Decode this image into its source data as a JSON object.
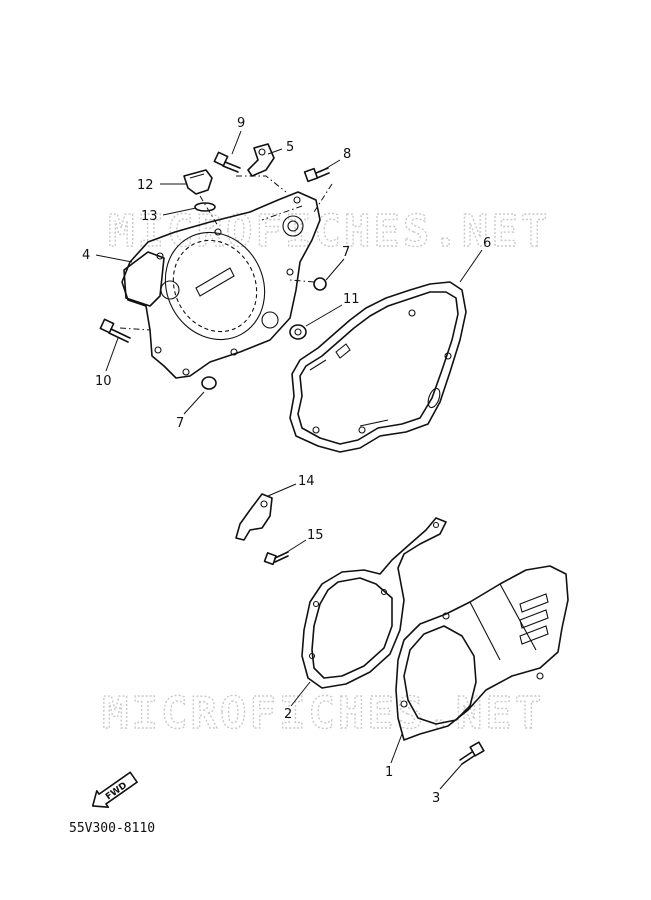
{
  "watermarks": [
    "MICROFICHES.NET",
    "MICROFICHES.NET"
  ],
  "callouts": {
    "c1": "1",
    "c2": "2",
    "c3": "3",
    "c4": "4",
    "c5": "5",
    "c6": "6",
    "c7a": "7",
    "c7b": "7",
    "c8": "8",
    "c9": "9",
    "c10": "10",
    "c11": "11",
    "c12": "12",
    "c13": "13",
    "c14": "14",
    "c15": "15"
  },
  "direction_label": "FWD",
  "diagram_code": "55V300-8110"
}
